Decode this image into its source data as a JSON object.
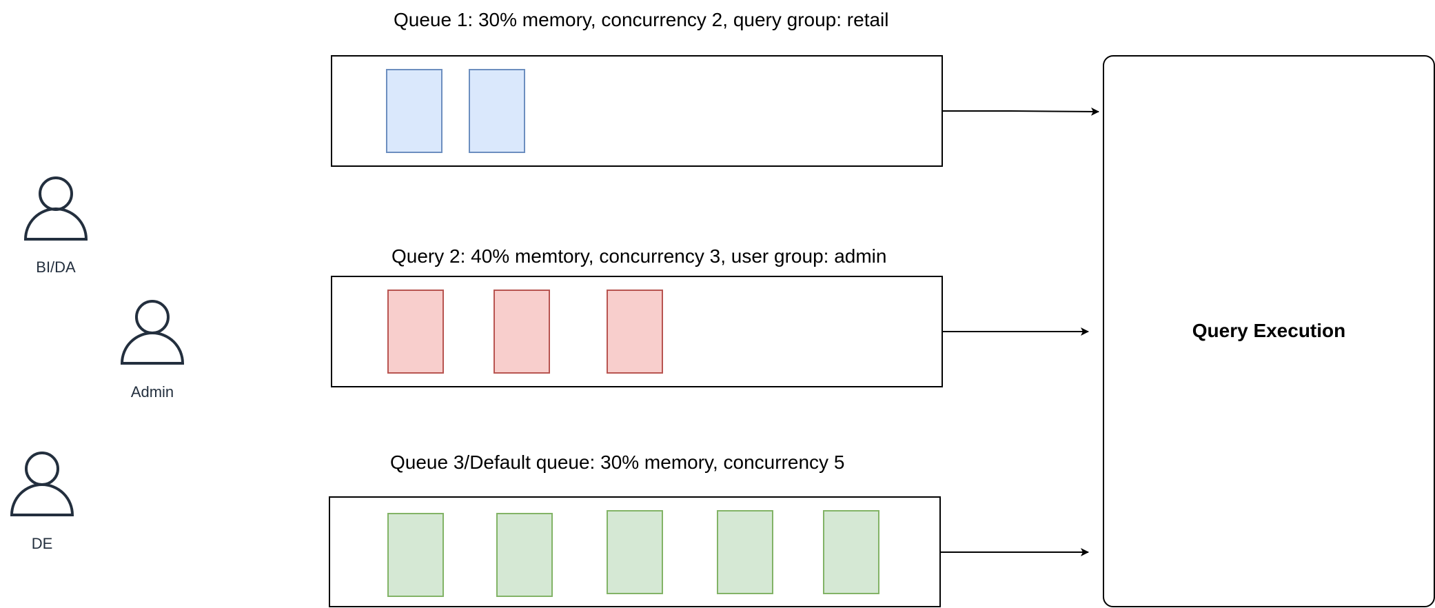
{
  "actors": [
    {
      "label": "BI/DA",
      "icon": "user-icon",
      "color": "#232f3e"
    },
    {
      "label": "Admin",
      "icon": "user-icon",
      "color": "#232f3e"
    },
    {
      "label": "DE",
      "icon": "user-icon",
      "color": "#232f3e"
    }
  ],
  "queues": [
    {
      "title": "Queue 1: 30% memory, concurrency 2, query group: retail",
      "slots": 2,
      "slot_fill": "#dae8fc",
      "slot_stroke": "#6c8ebf"
    },
    {
      "title": "Query 2: 40% memtory, concurrency 3, user group: admin",
      "slots": 3,
      "slot_fill": "#f8cecc",
      "slot_stroke": "#b85450"
    },
    {
      "title": "Queue 3/Default queue: 30% memory, concurrency 5",
      "slots": 5,
      "slot_fill": "#d5e8d4",
      "slot_stroke": "#82b366"
    }
  ],
  "execution": {
    "label": "Query Execution"
  },
  "colors": {
    "stroke": "#000000",
    "background": "#ffffff"
  }
}
